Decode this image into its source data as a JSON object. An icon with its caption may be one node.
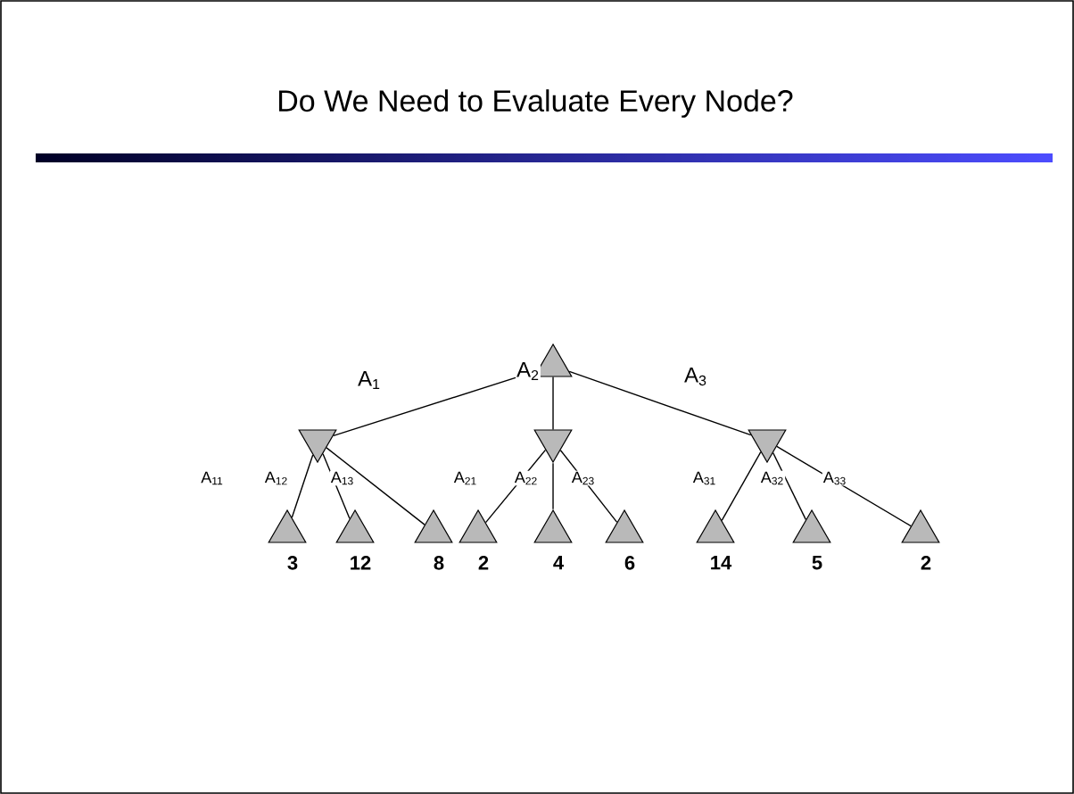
{
  "diagram": {
    "title": "Do We Need to Evaluate Every Node?",
    "nodes": [
      {
        "text": [],
        "shape": "triangle"
      },
      {
        "text": [],
        "shape": "triangle"
      },
      {
        "text": [],
        "shape": "triangle"
      },
      {
        "text": [],
        "shape": "triangle"
      },
      {
        "text": [],
        "shape": "triangle",
        "beside": [
          "3"
        ]
      },
      {
        "text": [],
        "shape": "triangle",
        "beside": [
          "12"
        ]
      },
      {
        "text": [],
        "shape": "triangle",
        "beside": [
          "8"
        ]
      },
      {
        "text": [],
        "shape": "triangle",
        "beside": [
          "2"
        ]
      },
      {
        "text": [],
        "shape": "triangle",
        "beside": [
          "4"
        ]
      },
      {
        "text": [],
        "shape": "triangle",
        "beside": [
          "6"
        ]
      },
      {
        "text": [],
        "shape": "triangle",
        "beside": [
          "14"
        ]
      },
      {
        "text": [],
        "shape": "triangle",
        "beside": [
          "5"
        ]
      },
      {
        "text": [],
        "shape": "triangle",
        "beside": [
          "2"
        ]
      }
    ],
    "edges": [
      {
        "from": 0,
        "to": 1,
        "arrow": "none",
        "label": "A$_{1}$"
      },
      {
        "from": 0,
        "to": 2,
        "arrow": "none",
        "label": "A$_{2}$"
      },
      {
        "from": 0,
        "to": 3,
        "arrow": "none",
        "label": "A$_{3}$"
      },
      {
        "from": 1,
        "to": 4,
        "arrow": "none",
        "label": "A$_{11}$"
      },
      {
        "from": 1,
        "to": 5,
        "arrow": "none",
        "label": "A$_{12}$"
      },
      {
        "from": 1,
        "to": 6,
        "arrow": "none",
        "label": "A$_{13}$"
      },
      {
        "from": 2,
        "to": 7,
        "arrow": "none",
        "label": "A$_{21}$"
      },
      {
        "from": 2,
        "to": 8,
        "arrow": "none",
        "label": "A$_{22}$"
      },
      {
        "from": 2,
        "to": 9,
        "arrow": "none",
        "label": "A$_{23}$"
      },
      {
        "from": 3,
        "to": 10,
        "arrow": "none",
        "label": "A$_{31}$"
      },
      {
        "from": 3,
        "to": 11,
        "arrow": "none",
        "label": "A$_{32}$"
      },
      {
        "from": 3,
        "to": 12,
        "arrow": "none",
        "label": "A$_{33}$"
      }
    ]
  }
}
